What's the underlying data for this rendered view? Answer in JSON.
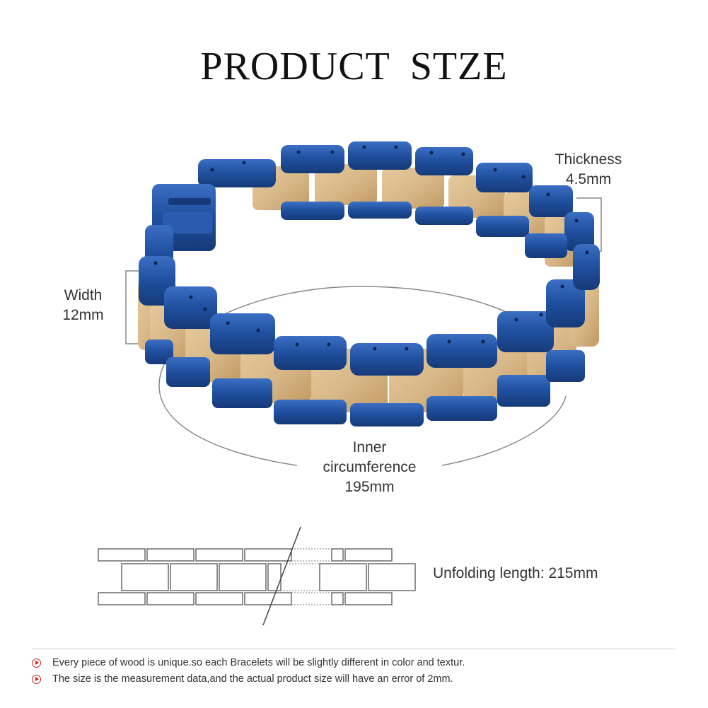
{
  "title": "PRODUCT  STZE",
  "measurements": {
    "thickness": {
      "label": "Thickness",
      "value": "4.5mm"
    },
    "width": {
      "label": "Width",
      "value": "12mm"
    },
    "inner": {
      "line1": "Inner",
      "line2": "circumference",
      "value": "195mm"
    },
    "unfolding": "Unfolding length: 215mm"
  },
  "notes": [
    "Every piece of wood is unique.so each Bracelets will be slightly different in color and textur.",
    "The size is the measurement data,and the actual product size will have an error of 2mm."
  ],
  "colors": {
    "steel_blue": "#1f4f9e",
    "steel_blue_dark": "#163a78",
    "wood": "#d9b98a",
    "wood_dark": "#c29a64",
    "bullet_red": "#d42020"
  },
  "icons": [
    "bracelet-illustration",
    "link-diagram",
    "bullet-arrow-icon"
  ]
}
